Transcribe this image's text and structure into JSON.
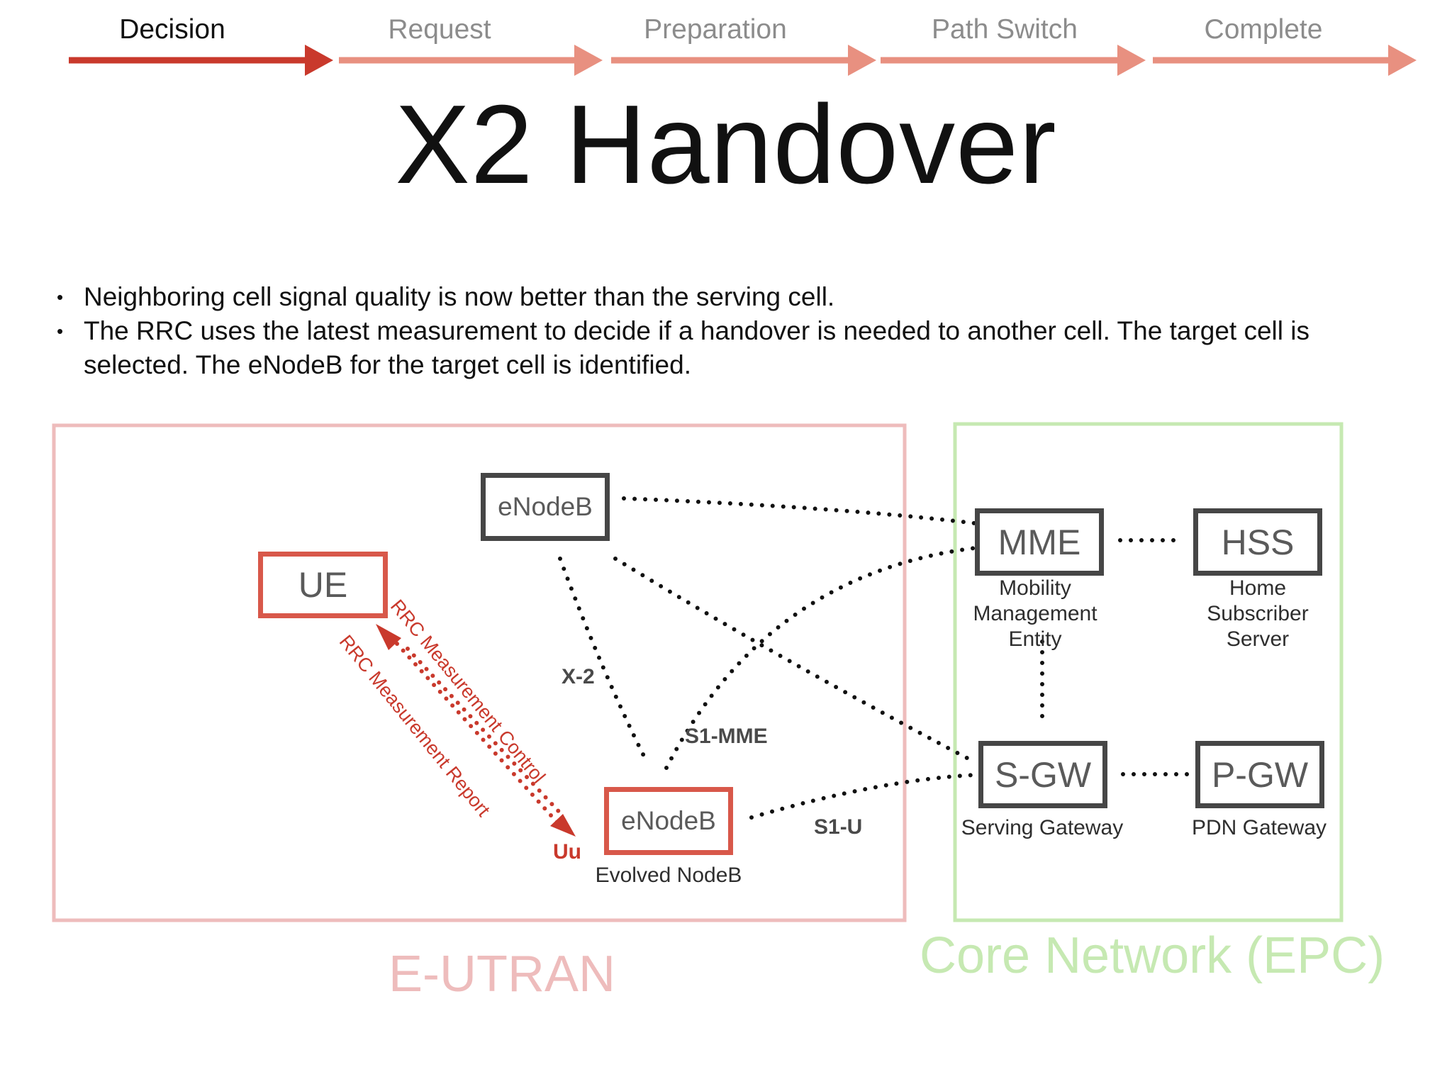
{
  "steps": [
    "Decision",
    "Request",
    "Preparation",
    "Path Switch",
    "Complete"
  ],
  "active_step": "Decision",
  "title": "X2 Handover",
  "bullets": [
    "Neighboring cell signal quality is now better than the serving cell.",
    "The RRC uses the latest measurement to decide if a handover is needed to another cell. The target cell is selected. The eNodeB for the target cell is identified."
  ],
  "regions": {
    "eutran": "E-UTRAN",
    "epc": "Core Network (EPC)"
  },
  "nodes": {
    "enodeb_target": "eNodeB",
    "ue": "UE",
    "enodeb_source": "eNodeB",
    "mme": "MME",
    "hss": "HSS",
    "sgw": "S-GW",
    "pgw": "P-GW"
  },
  "captions": {
    "enodeb": "Evolved NodeB",
    "mme_line1": "Mobility",
    "mme_line2": "Management",
    "mme_line3": "Entity",
    "hss_line1": "Home",
    "hss_line2": "Subscriber",
    "hss_line3": "Server",
    "sgw": "Serving Gateway",
    "pgw": "PDN Gateway"
  },
  "interfaces": {
    "x2": "X-2",
    "s1mme": "S1-MME",
    "s1u": "S1-U",
    "uu": "Uu",
    "rrc_control": "RRC Measurement Control",
    "rrc_report": "RRC Measurement Report"
  },
  "colors": {
    "active_arrow": "#c9392c",
    "inactive_arrow": "#e89080",
    "eutran": "#eebcbc",
    "epc": "#c6e9b2",
    "red_node": "#d8584a",
    "gray_node": "#464646",
    "rrc_text": "#c9392c"
  }
}
